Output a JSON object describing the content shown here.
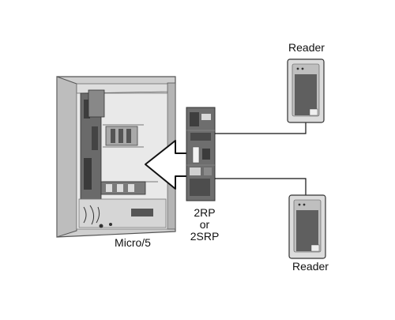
{
  "labels": {
    "reader_top": "Reader",
    "reader_bottom": "Reader",
    "cabinet": "Micro/5",
    "board_line1": "2RP",
    "board_line2": "or",
    "board_line3": "2SRP"
  },
  "colors": {
    "ink": "#111111",
    "cabinet_frame": "#c9c9c9",
    "cabinet_inner": "#9a9a9a",
    "board": "#6e6e6e",
    "reader_body": "#d9d9d9",
    "reader_face": "#5d5d5d"
  }
}
